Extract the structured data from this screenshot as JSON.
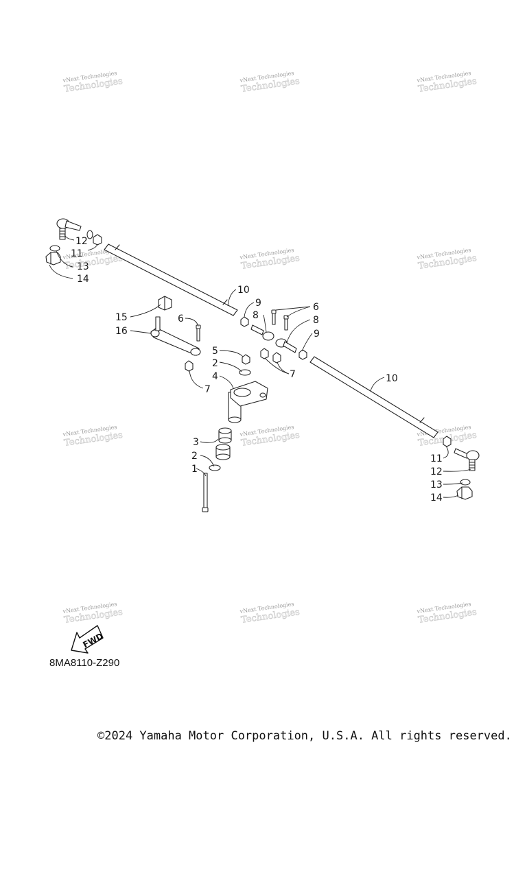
{
  "watermark": {
    "line1": "vNext Technologies",
    "line2": "Technologies"
  },
  "callouts": [
    "1",
    "2",
    "3",
    "4",
    "5",
    "6",
    "7",
    "8",
    "9",
    "10",
    "11",
    "12",
    "13",
    "14",
    "15",
    "16"
  ],
  "labels": {
    "c1": "1",
    "c2a": "2",
    "c2b": "2",
    "c3": "3",
    "c4": "4",
    "c5": "5",
    "c6a": "6",
    "c6b": "6",
    "c7a": "7",
    "c7b": "7",
    "c8a": "8",
    "c8b": "8",
    "c9a": "9",
    "c9b": "9",
    "c10a": "10",
    "c10b": "10",
    "c11a": "11",
    "c11b": "11",
    "c12a": "12",
    "c12b": "12",
    "c13a": "13",
    "c13b": "13",
    "c14a": "14",
    "c14b": "14",
    "c15": "15",
    "c16": "16"
  },
  "fwd_label": "FWD",
  "diagram_code": "8MA8110-Z290",
  "copyright": "©2024 Yamaha Motor Corporation, U.S.A. All rights reserved."
}
